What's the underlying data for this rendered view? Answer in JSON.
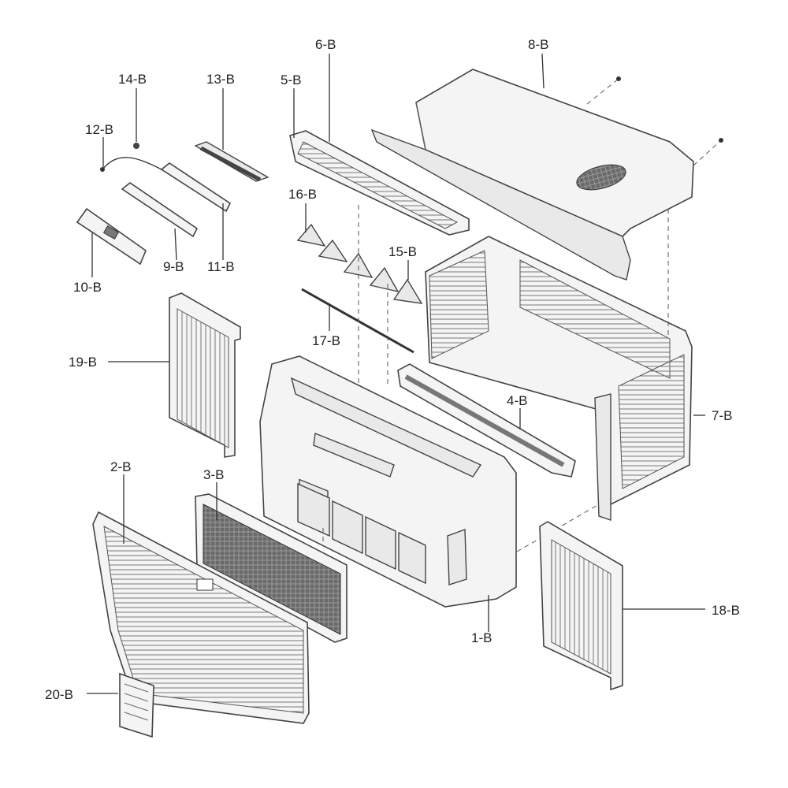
{
  "labels": {
    "p1": "1-B",
    "p2": "2-B",
    "p3": "3-B",
    "p4": "4-B",
    "p5": "5-B",
    "p6": "6-B",
    "p7": "7-B",
    "p8": "8-B",
    "p9": "9-B",
    "p10": "10-B",
    "p11": "11-B",
    "p12": "12-B",
    "p13": "13-B",
    "p14": "14-B",
    "p15": "15-B",
    "p16": "16-B",
    "p17": "17-B",
    "p18": "18-B",
    "p19": "19-B",
    "p20": "20-B"
  }
}
